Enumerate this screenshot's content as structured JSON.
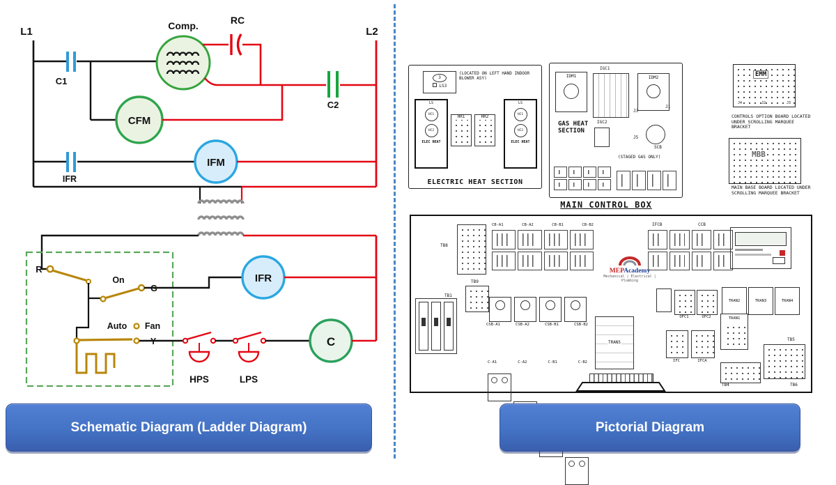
{
  "schematic": {
    "caption": "Schematic Diagram (Ladder Diagram)",
    "l1": "L1",
    "l2": "L2",
    "c1": "C1",
    "comp": "Comp.",
    "rc": "RC",
    "c2": "C2",
    "cfm": "CFM",
    "ifr_contact": "IFR",
    "ifm": "IFM",
    "thermostat": {
      "r": "R",
      "on": "On",
      "g": "G",
      "auto": "Auto",
      "fan": "Fan",
      "y": "Y"
    },
    "ifr_coil": "IFR",
    "c_coil": "C",
    "hps": "HPS",
    "lps": "LPS"
  },
  "pictorial": {
    "caption": "Pictorial Diagram",
    "electric_heat": {
      "title": "ELECTRIC HEAT SECTION",
      "ls3_oval": "3",
      "ls3": "LS3",
      "note": "(LOCATED ON LEFT HAND INDOOR BLOWER ASY)",
      "ls": "LS",
      "hc1": "HC1",
      "hc2": "HC2",
      "elec_heat": "ELEC HEAT",
      "hr1": "HR1",
      "hr2": "HR2"
    },
    "gas_heat": {
      "title": "GAS HEAT SECTION",
      "idm1": "IDM1",
      "idm2": "IDM2",
      "igc1": "IGC1",
      "igc2": "IGC2",
      "j1": "J1",
      "j3": "J3",
      "j5": "J5",
      "scb": "SCB",
      "staged": "(STAGED GAS ONLY)"
    },
    "emm": {
      "label": "EMM",
      "j4": "J4",
      "j2": "J2",
      "j3": "J3"
    },
    "controls_note": "CONTROLS OPTION BOARD LOCATED UNDER SCROLLING MARQUEE BRACKET",
    "mbb": {
      "label": "MBB"
    },
    "main_base_note": "MAIN BASE BOARD LOCATED UNDER SCROLLING MARQUEE BRACKET",
    "main_box_title": "MAIN CONTROL BOX",
    "tb8": "TB8",
    "tb9": "TB9",
    "tb1": "TB1",
    "cb_labels": [
      "CB-A1",
      "CB-A2",
      "CB-B1",
      "CB-B2"
    ],
    "ifcb": "IFCB",
    "ccb": "CCB",
    "csb_labels": [
      "CSB-A1",
      "CSB-A2",
      "CSB-B1",
      "CSB-B2"
    ],
    "ofc_labels": [
      "OFC1",
      "OFC2"
    ],
    "tran_row": [
      "TRAN2",
      "TRAN3",
      "TRAN4"
    ],
    "contactor_labels": [
      "C-A1",
      "C-A2",
      "C-B1",
      "C-B2"
    ],
    "tran5": "TRAN5",
    "tran1": "TRAN1",
    "ifc": "IFC",
    "ifca": "IFCA",
    "tb5": "TB5",
    "tb4": "TB4",
    "tb6": "TB6",
    "logo": {
      "mep": "MEP",
      "academy": "Academy",
      "tagline": "Mechanical | Electrical | Plumbing"
    }
  },
  "colors": {
    "wire_hot": "#e30613",
    "wire_neutral": "#111111",
    "cap_blue": "#2f9bd8",
    "cap_green": "#18a53b",
    "gold": "#b8860b",
    "button_blue": "#4472c4"
  }
}
